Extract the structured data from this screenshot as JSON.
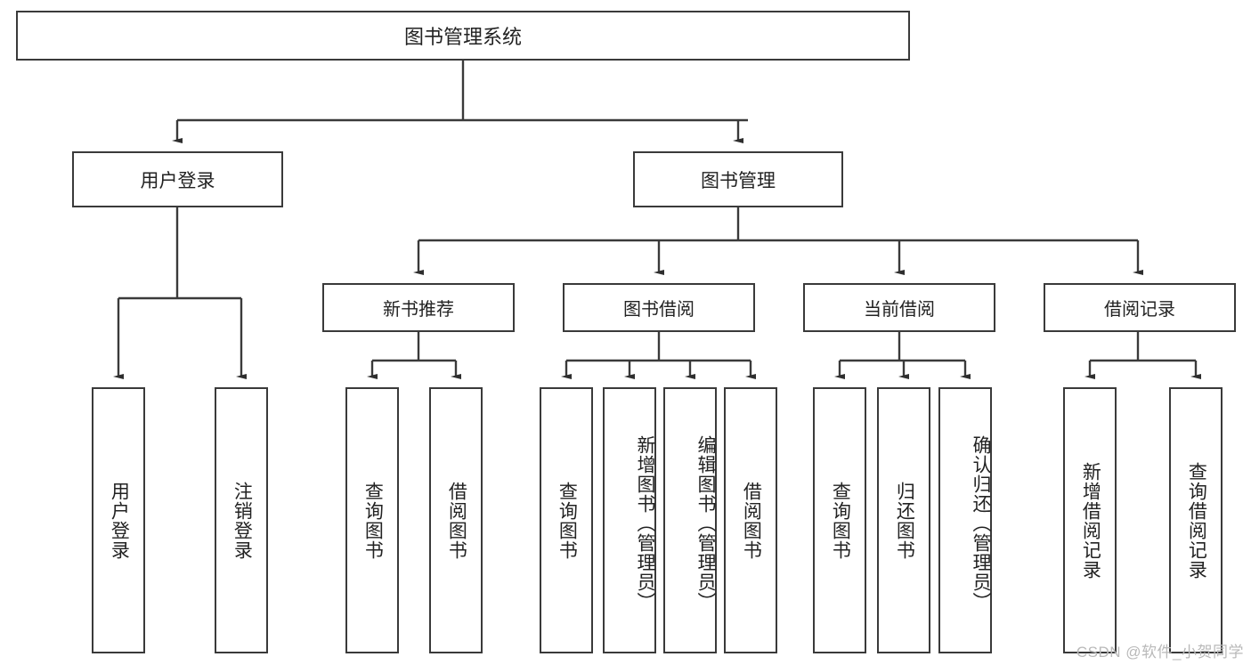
{
  "diagram": {
    "title": "图书管理系统",
    "type": "hierarchy-tree",
    "watermark": "CSDN @软件_小贺同学",
    "colors": {
      "stroke": "#3a3a3a",
      "fill": "#ffffff",
      "text": "#222222",
      "watermark": "#b9b9b9"
    },
    "nodes": {
      "root": {
        "label": "图书管理系统"
      },
      "level1": [
        {
          "label": "用户登录"
        },
        {
          "label": "图书管理"
        }
      ],
      "level2": [
        {
          "label": "新书推荐"
        },
        {
          "label": "图书借阅"
        },
        {
          "label": "当前借阅"
        },
        {
          "label": "借阅记录"
        }
      ],
      "leaves": {
        "user_login": [
          {
            "label": "用户登录"
          },
          {
            "label": "注销登录"
          }
        ],
        "new_book": [
          {
            "label": "查询图书"
          },
          {
            "label": "借阅图书"
          }
        ],
        "book_borrow": [
          {
            "label": "查询图书"
          },
          {
            "label": "新增图书（管理员）"
          },
          {
            "label": "编辑图书（管理员）"
          },
          {
            "label": "借阅图书"
          }
        ],
        "current_borrow": [
          {
            "label": "查询图书"
          },
          {
            "label": "归还图书"
          },
          {
            "label": "确认归还（管理员）"
          }
        ],
        "borrow_record": [
          {
            "label": "新增借阅记录"
          },
          {
            "label": "查询借阅记录"
          }
        ]
      }
    }
  }
}
